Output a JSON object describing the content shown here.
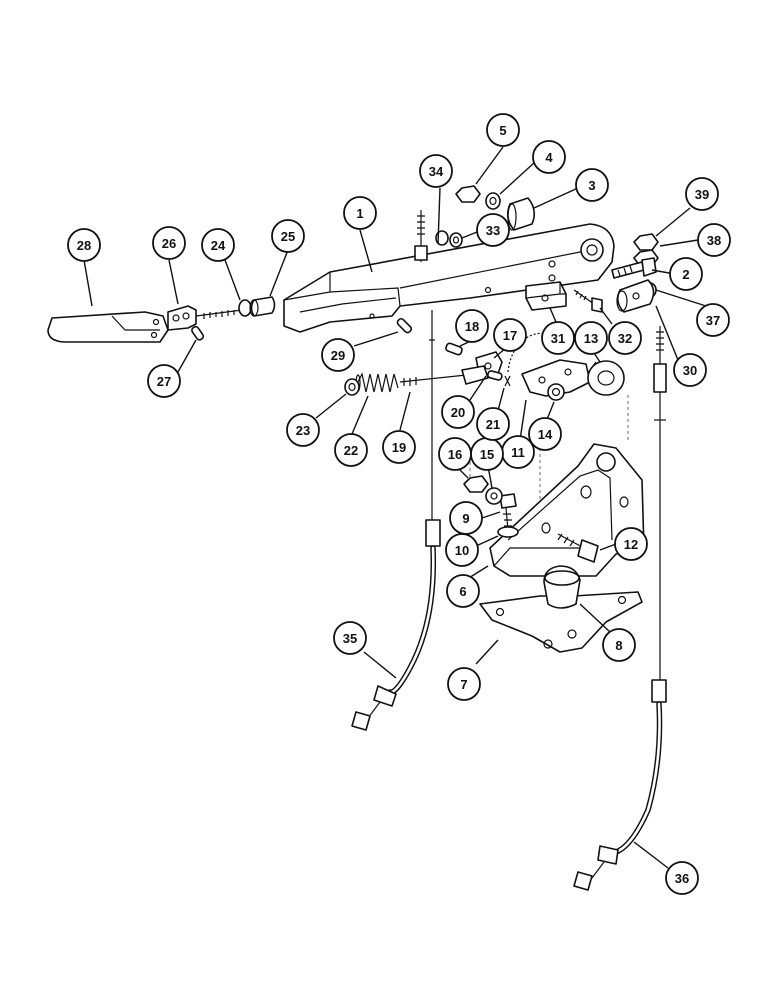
{
  "diagram": {
    "callouts": [
      {
        "label": "1"
      },
      {
        "label": "2"
      },
      {
        "label": "3"
      },
      {
        "label": "4"
      },
      {
        "label": "5"
      },
      {
        "label": "6"
      },
      {
        "label": "7"
      },
      {
        "label": "8"
      },
      {
        "label": "9"
      },
      {
        "label": "10"
      },
      {
        "label": "11"
      },
      {
        "label": "12"
      },
      {
        "label": "13"
      },
      {
        "label": "14"
      },
      {
        "label": "15"
      },
      {
        "label": "16"
      },
      {
        "label": "17"
      },
      {
        "label": "18"
      },
      {
        "label": "19"
      },
      {
        "label": "20"
      },
      {
        "label": "21"
      },
      {
        "label": "22"
      },
      {
        "label": "23"
      },
      {
        "label": "24"
      },
      {
        "label": "25"
      },
      {
        "label": "26"
      },
      {
        "label": "27"
      },
      {
        "label": "28"
      },
      {
        "label": "29"
      },
      {
        "label": "30"
      },
      {
        "label": "31"
      },
      {
        "label": "32"
      },
      {
        "label": "33"
      },
      {
        "label": "34"
      },
      {
        "label": "35"
      },
      {
        "label": "36"
      },
      {
        "label": "37"
      },
      {
        "label": "38"
      },
      {
        "label": "39"
      }
    ]
  }
}
